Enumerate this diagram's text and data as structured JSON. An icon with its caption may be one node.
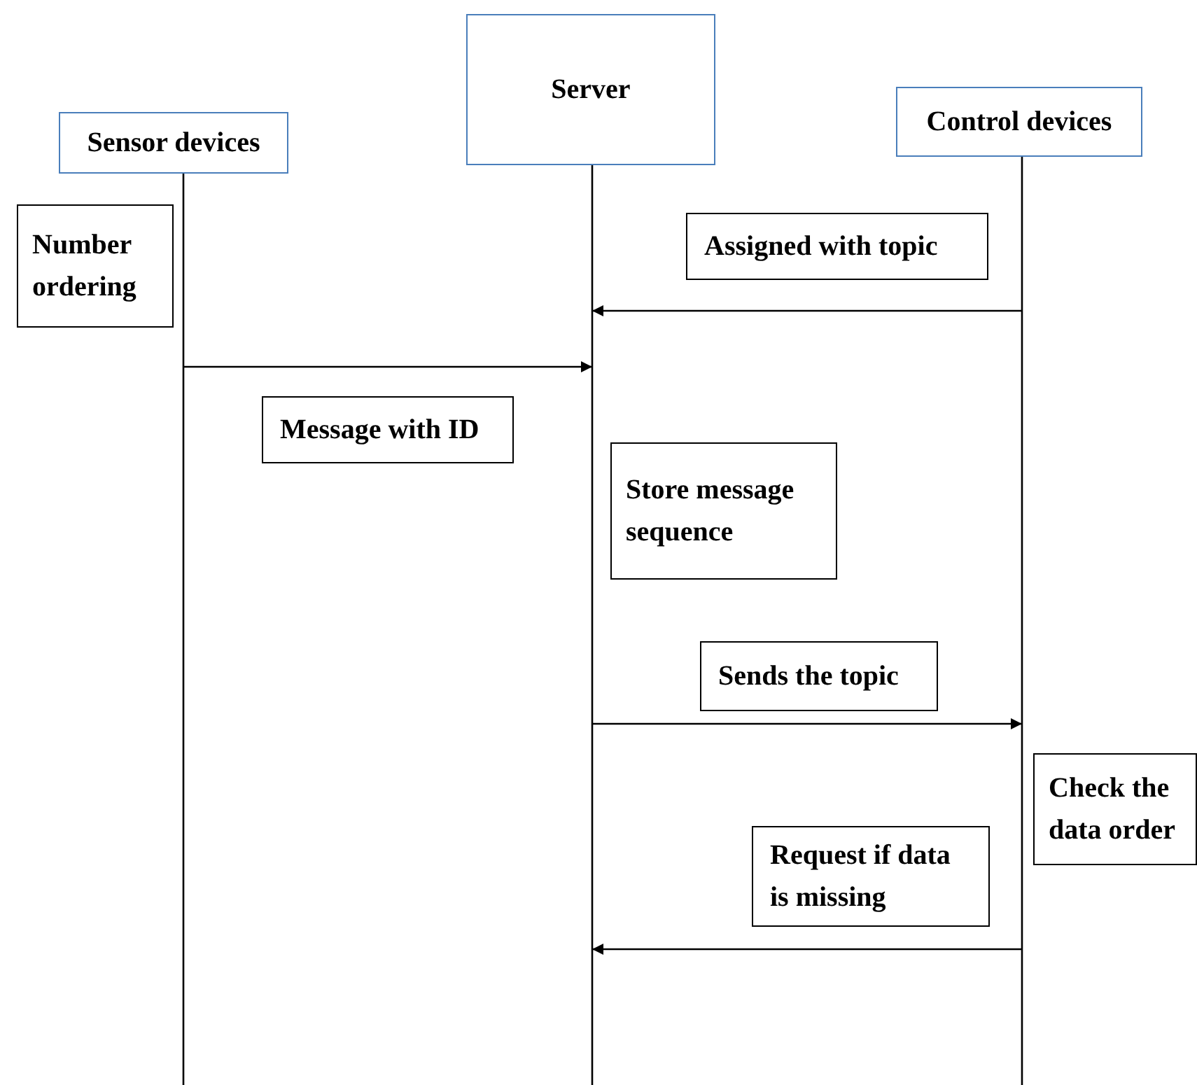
{
  "diagram": {
    "nodes": [
      {
        "text": [
          "Sensor devices"
        ]
      },
      {
        "text": [
          "Server"
        ]
      },
      {
        "text": [
          "Control devices"
        ]
      },
      {
        "text": [
          "Number ordering"
        ]
      },
      {
        "text": [
          "Store message sequence"
        ]
      },
      {
        "text": [
          "Check the data order"
        ]
      }
    ],
    "edges": [
      {
        "from": 2,
        "to": 1,
        "arrow": "to",
        "label": "Assigned with topic"
      },
      {
        "from": 0,
        "to": 1,
        "arrow": "to",
        "label": "Message with ID"
      },
      {
        "from": 1,
        "to": 2,
        "arrow": "to",
        "label": "Sends the topic"
      },
      {
        "from": 2,
        "to": 1,
        "arrow": "to",
        "label": "Request if data is missing"
      }
    ]
  }
}
